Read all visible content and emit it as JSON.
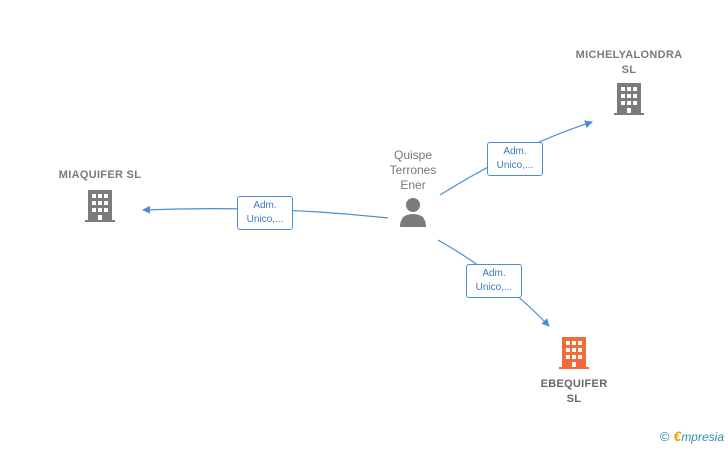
{
  "diagram": {
    "person": {
      "name": "Quispe\nTerrones\nEner"
    },
    "companies": {
      "miaquifer": {
        "name": "MIAQUIFER  SL"
      },
      "michelyalondra": {
        "name": "MICHELYALONDRA\nSL"
      },
      "ebequifer": {
        "name": "EBEQUIFER\nSL"
      }
    },
    "edges": [
      {
        "from": "person",
        "to": "miaquifer",
        "label": "Adm.\nUnico,..."
      },
      {
        "from": "person",
        "to": "michelyalondra",
        "label": "Adm.\nUnico,..."
      },
      {
        "from": "person",
        "to": "ebequifer",
        "label": "Adm.\nUnico,..."
      }
    ],
    "colors": {
      "edge": "#4a8fd6",
      "building": "#7b7b7b",
      "highlight_building": "#f26a3a",
      "person_icon": "#7b7b7b"
    }
  },
  "footer": {
    "copyright_symbol": "©",
    "brand_initial": "€",
    "brand_rest": "mpresia"
  }
}
